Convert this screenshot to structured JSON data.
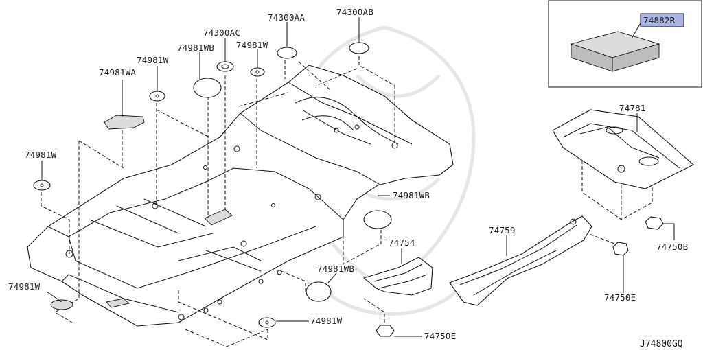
{
  "diagram_code": "J74800GQ",
  "inset_part": {
    "label": "74882R",
    "highlight_color": "#a9b4e3"
  },
  "callouts": {
    "c1": "74300AA",
    "c2": "74300AB",
    "c3": "74300AC",
    "c4": "74981WB",
    "c5": "74981W",
    "c6": "74981W",
    "c7": "74981WA",
    "c8": "74981W",
    "c9": "74981W",
    "c10": "74981WB",
    "c11": "74754",
    "c12": "74759",
    "c13": "74981WB",
    "c14": "74981W",
    "c15": "74750E",
    "c16": "74750E",
    "c17": "74750B",
    "c18": "74781"
  }
}
